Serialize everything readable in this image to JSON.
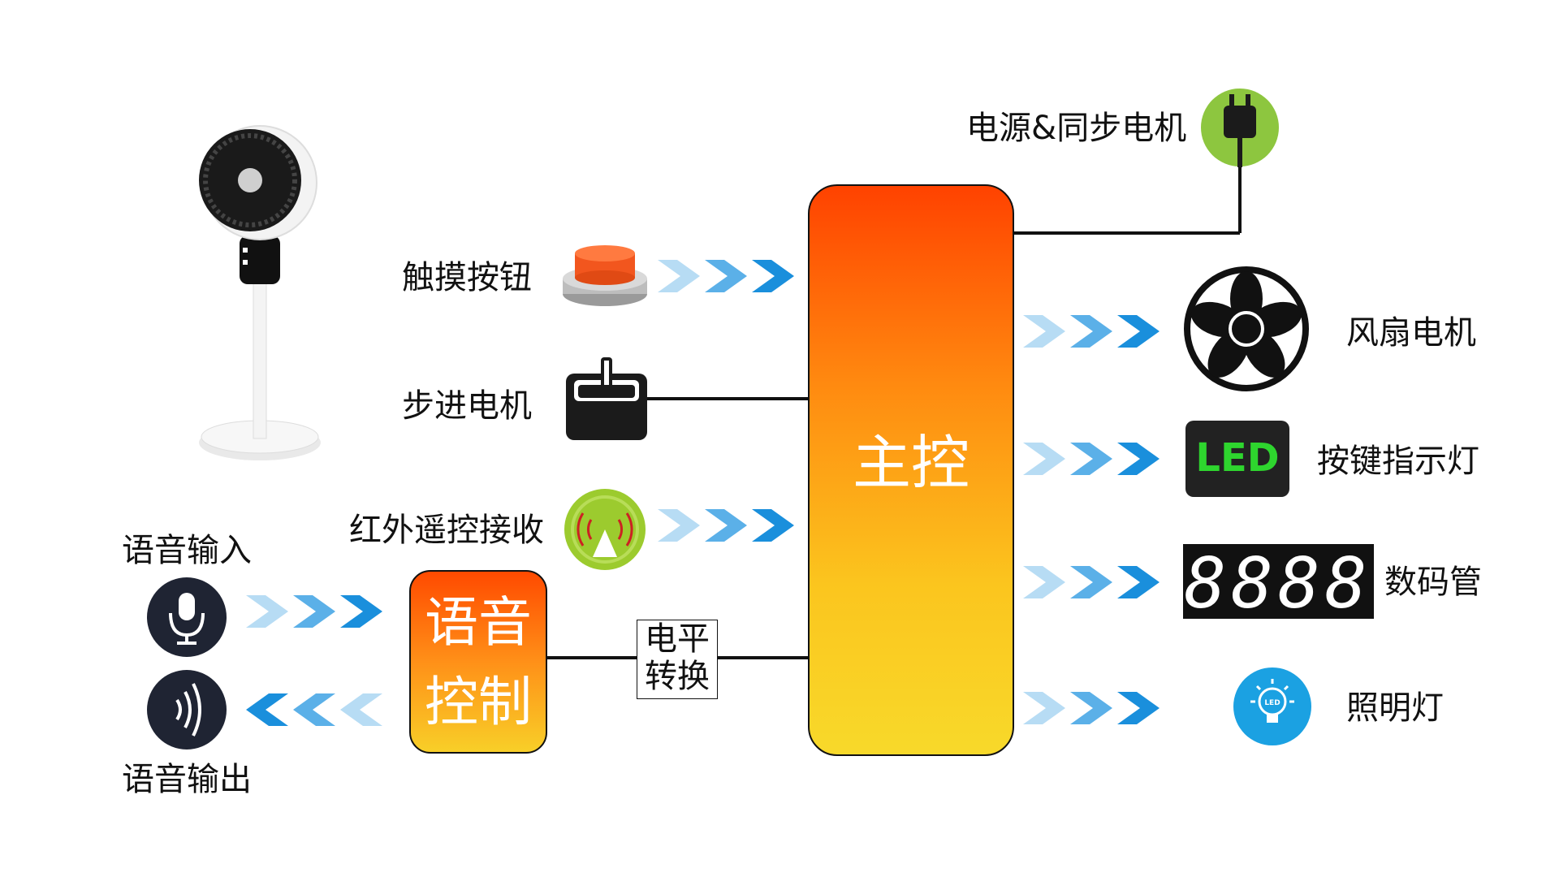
{
  "main_controller": "主控",
  "power": {
    "label": "电源&同步电机"
  },
  "touch_button": {
    "label": "触摸按钮"
  },
  "stepper_motor": {
    "label": "步进电机"
  },
  "ir_receiver": {
    "label": "红外遥控接收"
  },
  "voice_input": {
    "label": "语音输入"
  },
  "voice_output": {
    "label": "语音输出"
  },
  "voice_control": {
    "line1": "语音",
    "line2": "控制"
  },
  "level_shift": {
    "line1": "电平",
    "line2": "转换"
  },
  "fan_motor": {
    "label": "风扇电机"
  },
  "key_indicator": {
    "label": "按键指示灯",
    "badge": "LED"
  },
  "digit_tube": {
    "label": "数码管",
    "digits": "8888"
  },
  "lighting": {
    "label": "照明灯",
    "badge": "LED"
  },
  "colors": {
    "arrow_dark": "#1a8fdc",
    "arrow_mid": "#5bb0e8",
    "arrow_light": "#b7dcf4",
    "main_top": "#ff4200",
    "main_bottom": "#f8d92a",
    "power_icon": "#8dc63f",
    "ir_icon": "#9ccb2e",
    "light_icon": "#1ba1e2",
    "dark_icon": "#1f2433"
  }
}
